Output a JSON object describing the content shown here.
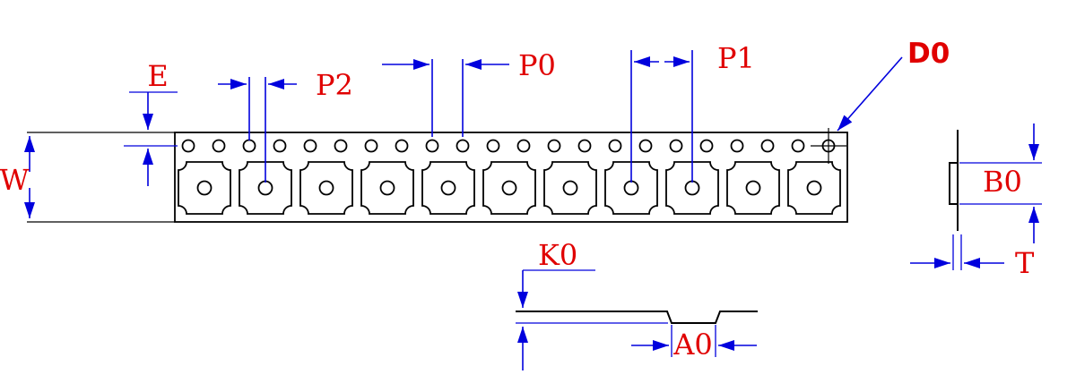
{
  "labels": {
    "e": "E",
    "p2": "P2",
    "p0": "P0",
    "p1": "P1",
    "d0": "D0",
    "w": "W",
    "b0": "B0",
    "t": "T",
    "k0": "K0",
    "a0": "A0"
  },
  "tape": {
    "sprocket_hole_count": 22,
    "pocket_count": 11
  },
  "colors": {
    "dimension_blue": "#0000dd",
    "label_red": "#e00000",
    "drawing_black": "#000000"
  }
}
